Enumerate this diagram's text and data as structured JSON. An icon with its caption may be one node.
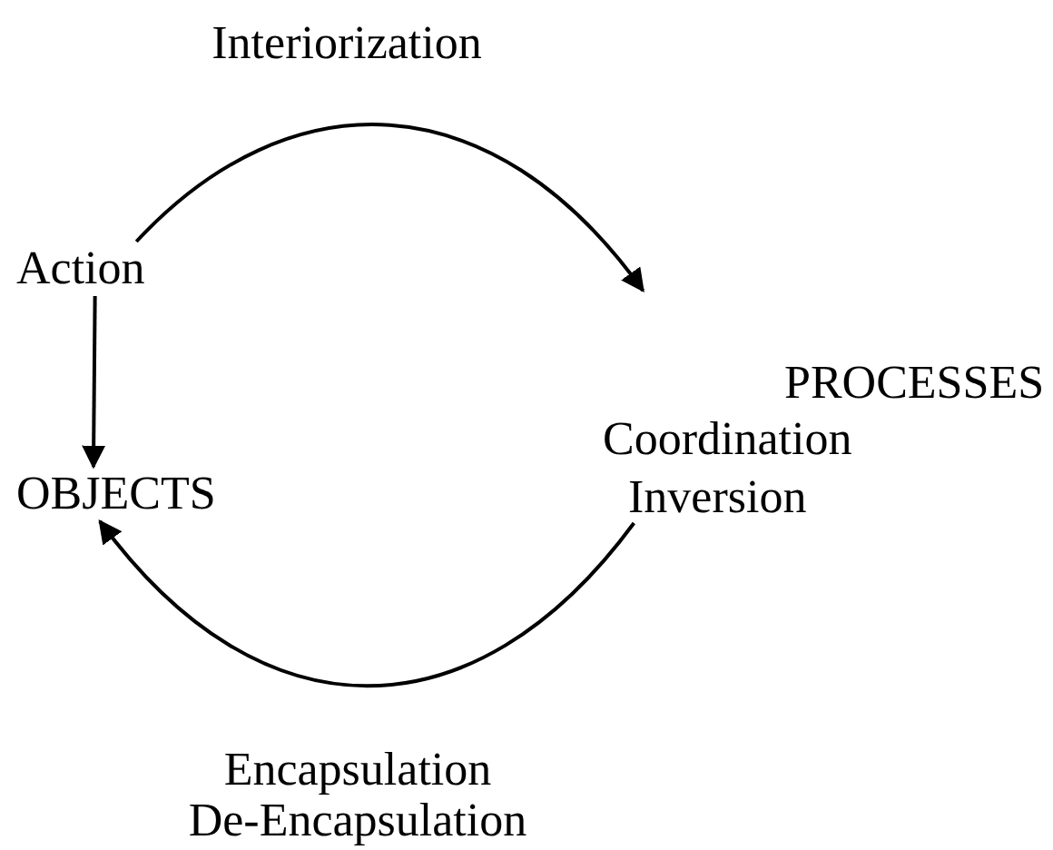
{
  "diagram": {
    "nodes": [
      {
        "text": [
          "Action"
        ]
      },
      {
        "text": [
          "OBJECTS"
        ]
      },
      {
        "text": [
          "PROCESSES",
          "Coordination",
          "Inversion"
        ]
      }
    ],
    "edges": [
      {
        "from": 0,
        "to": 1,
        "arrow": "to"
      },
      {
        "from": 0,
        "to": 2,
        "arrow": "to",
        "label": "Interiorization"
      },
      {
        "from": 2,
        "to": 1,
        "arrow": "to",
        "label": "Encapsulation De-Encapsulation"
      }
    ]
  }
}
